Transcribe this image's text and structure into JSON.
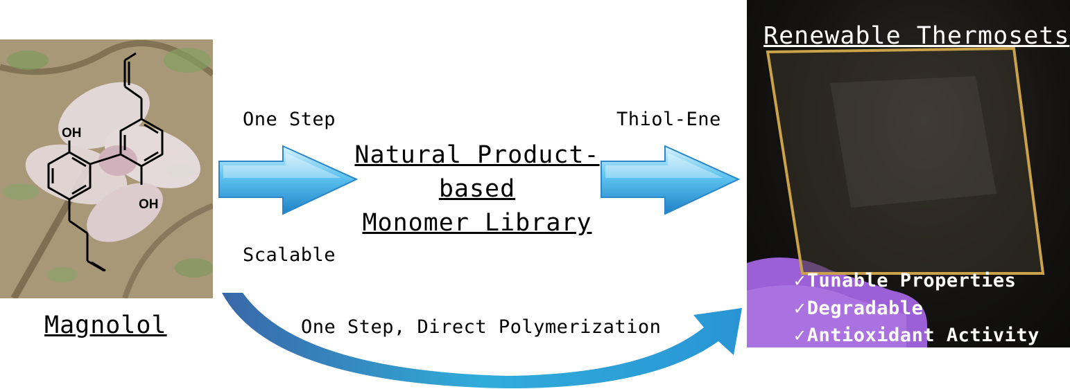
{
  "left_panel": {
    "compound_label": "Magnolol",
    "atom_labels": {
      "oh_top": "OH",
      "oh_bottom": "OH"
    }
  },
  "arrow_one": {
    "top_label": "One Step",
    "bottom_label": "Scalable"
  },
  "center": {
    "line1": "Natural Product-",
    "line2": "based",
    "line3": "Monomer Library"
  },
  "arrow_two": {
    "top_label": "Thiol-Ene"
  },
  "curved_arrow": {
    "label": "One Step, Direct Polymerization"
  },
  "right_panel": {
    "title": "Renewable Thermosets",
    "check_glyph": "✓",
    "features": [
      "Tunable Properties",
      "Degradable",
      "Antioxidant Activity"
    ]
  },
  "colors": {
    "block_arrow_light": "#bfe9fb",
    "block_arrow_mid": "#4fb6ea",
    "block_arrow_dark": "#1e7fc4",
    "curved_arrow_start": "#2f5fa3",
    "curved_arrow_end": "#1ea8e0",
    "film_edge": "#c9a24a",
    "glove": "#9b5fd6"
  }
}
